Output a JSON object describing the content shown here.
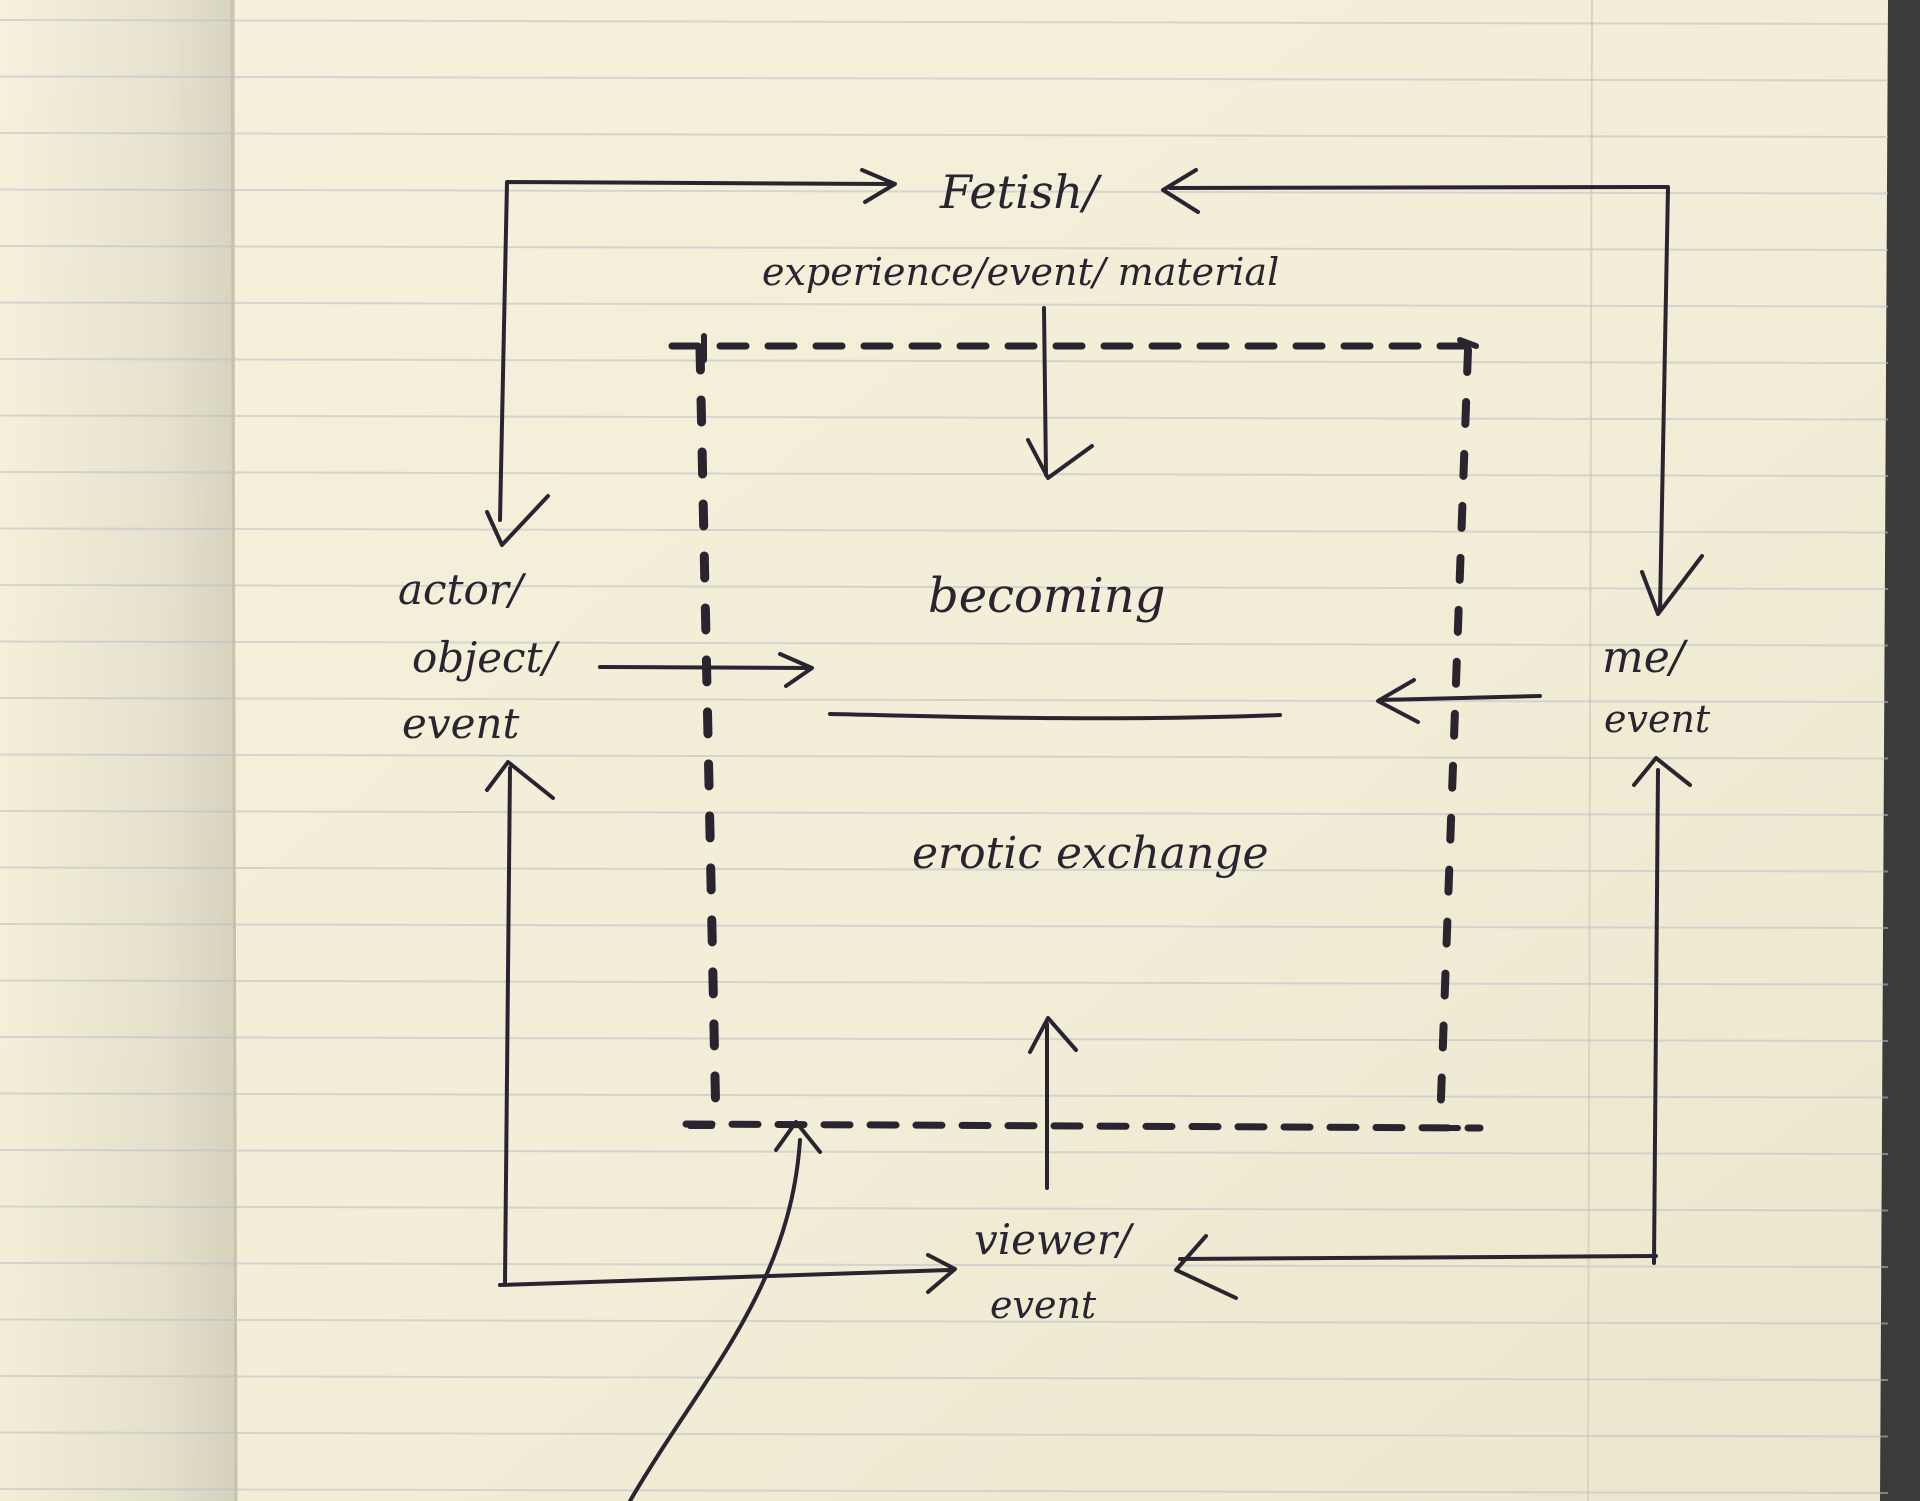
{
  "diagram": {
    "nodes": {
      "fetish": {
        "line1": "Fetish/",
        "line2": "experience/event/ material"
      },
      "actor": {
        "line1": "actor/",
        "line2": "object/",
        "line3": "event"
      },
      "me": {
        "line1": "me/",
        "line2": "event"
      },
      "viewer": {
        "line1": "viewer/",
        "line2": "event"
      },
      "center_top": "becoming",
      "center_bottom": "erotic exchange"
    },
    "edges": [
      {
        "from": "actor",
        "to": "fetish"
      },
      {
        "from": "fetish",
        "to": "actor"
      },
      {
        "from": "me",
        "to": "fetish"
      },
      {
        "from": "fetish",
        "to": "me"
      },
      {
        "from": "fetish",
        "to": "becoming"
      },
      {
        "from": "actor",
        "to": "becoming"
      },
      {
        "from": "me",
        "to": "becoming"
      },
      {
        "from": "viewer",
        "to": "actor"
      },
      {
        "from": "actor",
        "to": "viewer"
      },
      {
        "from": "viewer",
        "to": "me"
      },
      {
        "from": "me",
        "to": "viewer"
      },
      {
        "from": "viewer",
        "to": "erotic exchange"
      }
    ],
    "colors": {
      "paper": "#f3efd9",
      "rule": "#b9bfc7",
      "ink": "#2a2430",
      "background": "#3a3a3a"
    }
  }
}
